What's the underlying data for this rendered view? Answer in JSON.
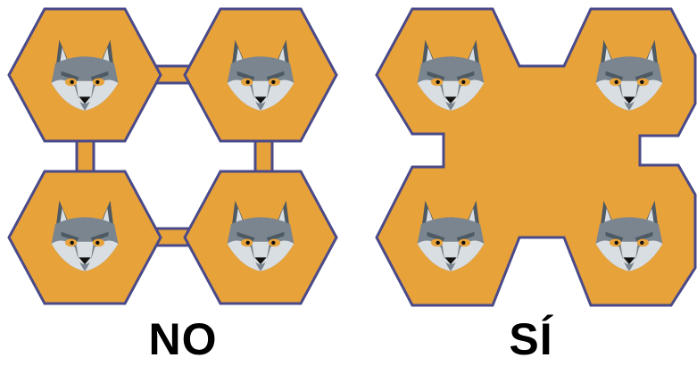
{
  "panels": [
    {
      "label": "NO",
      "style": "separate-tiles-with-narrow-links"
    },
    {
      "label": "SÍ",
      "style": "merged-solid-block"
    }
  ],
  "tile_icon": "wolf-head-icon",
  "colors": {
    "tile_fill": "#E8A23A",
    "tile_outline": "#4A4A8A",
    "wolf_fur": "#7A858F",
    "wolf_dark": "#4E5A63",
    "wolf_light": "#D9DEE2",
    "wolf_eye": "#E8A23A"
  }
}
